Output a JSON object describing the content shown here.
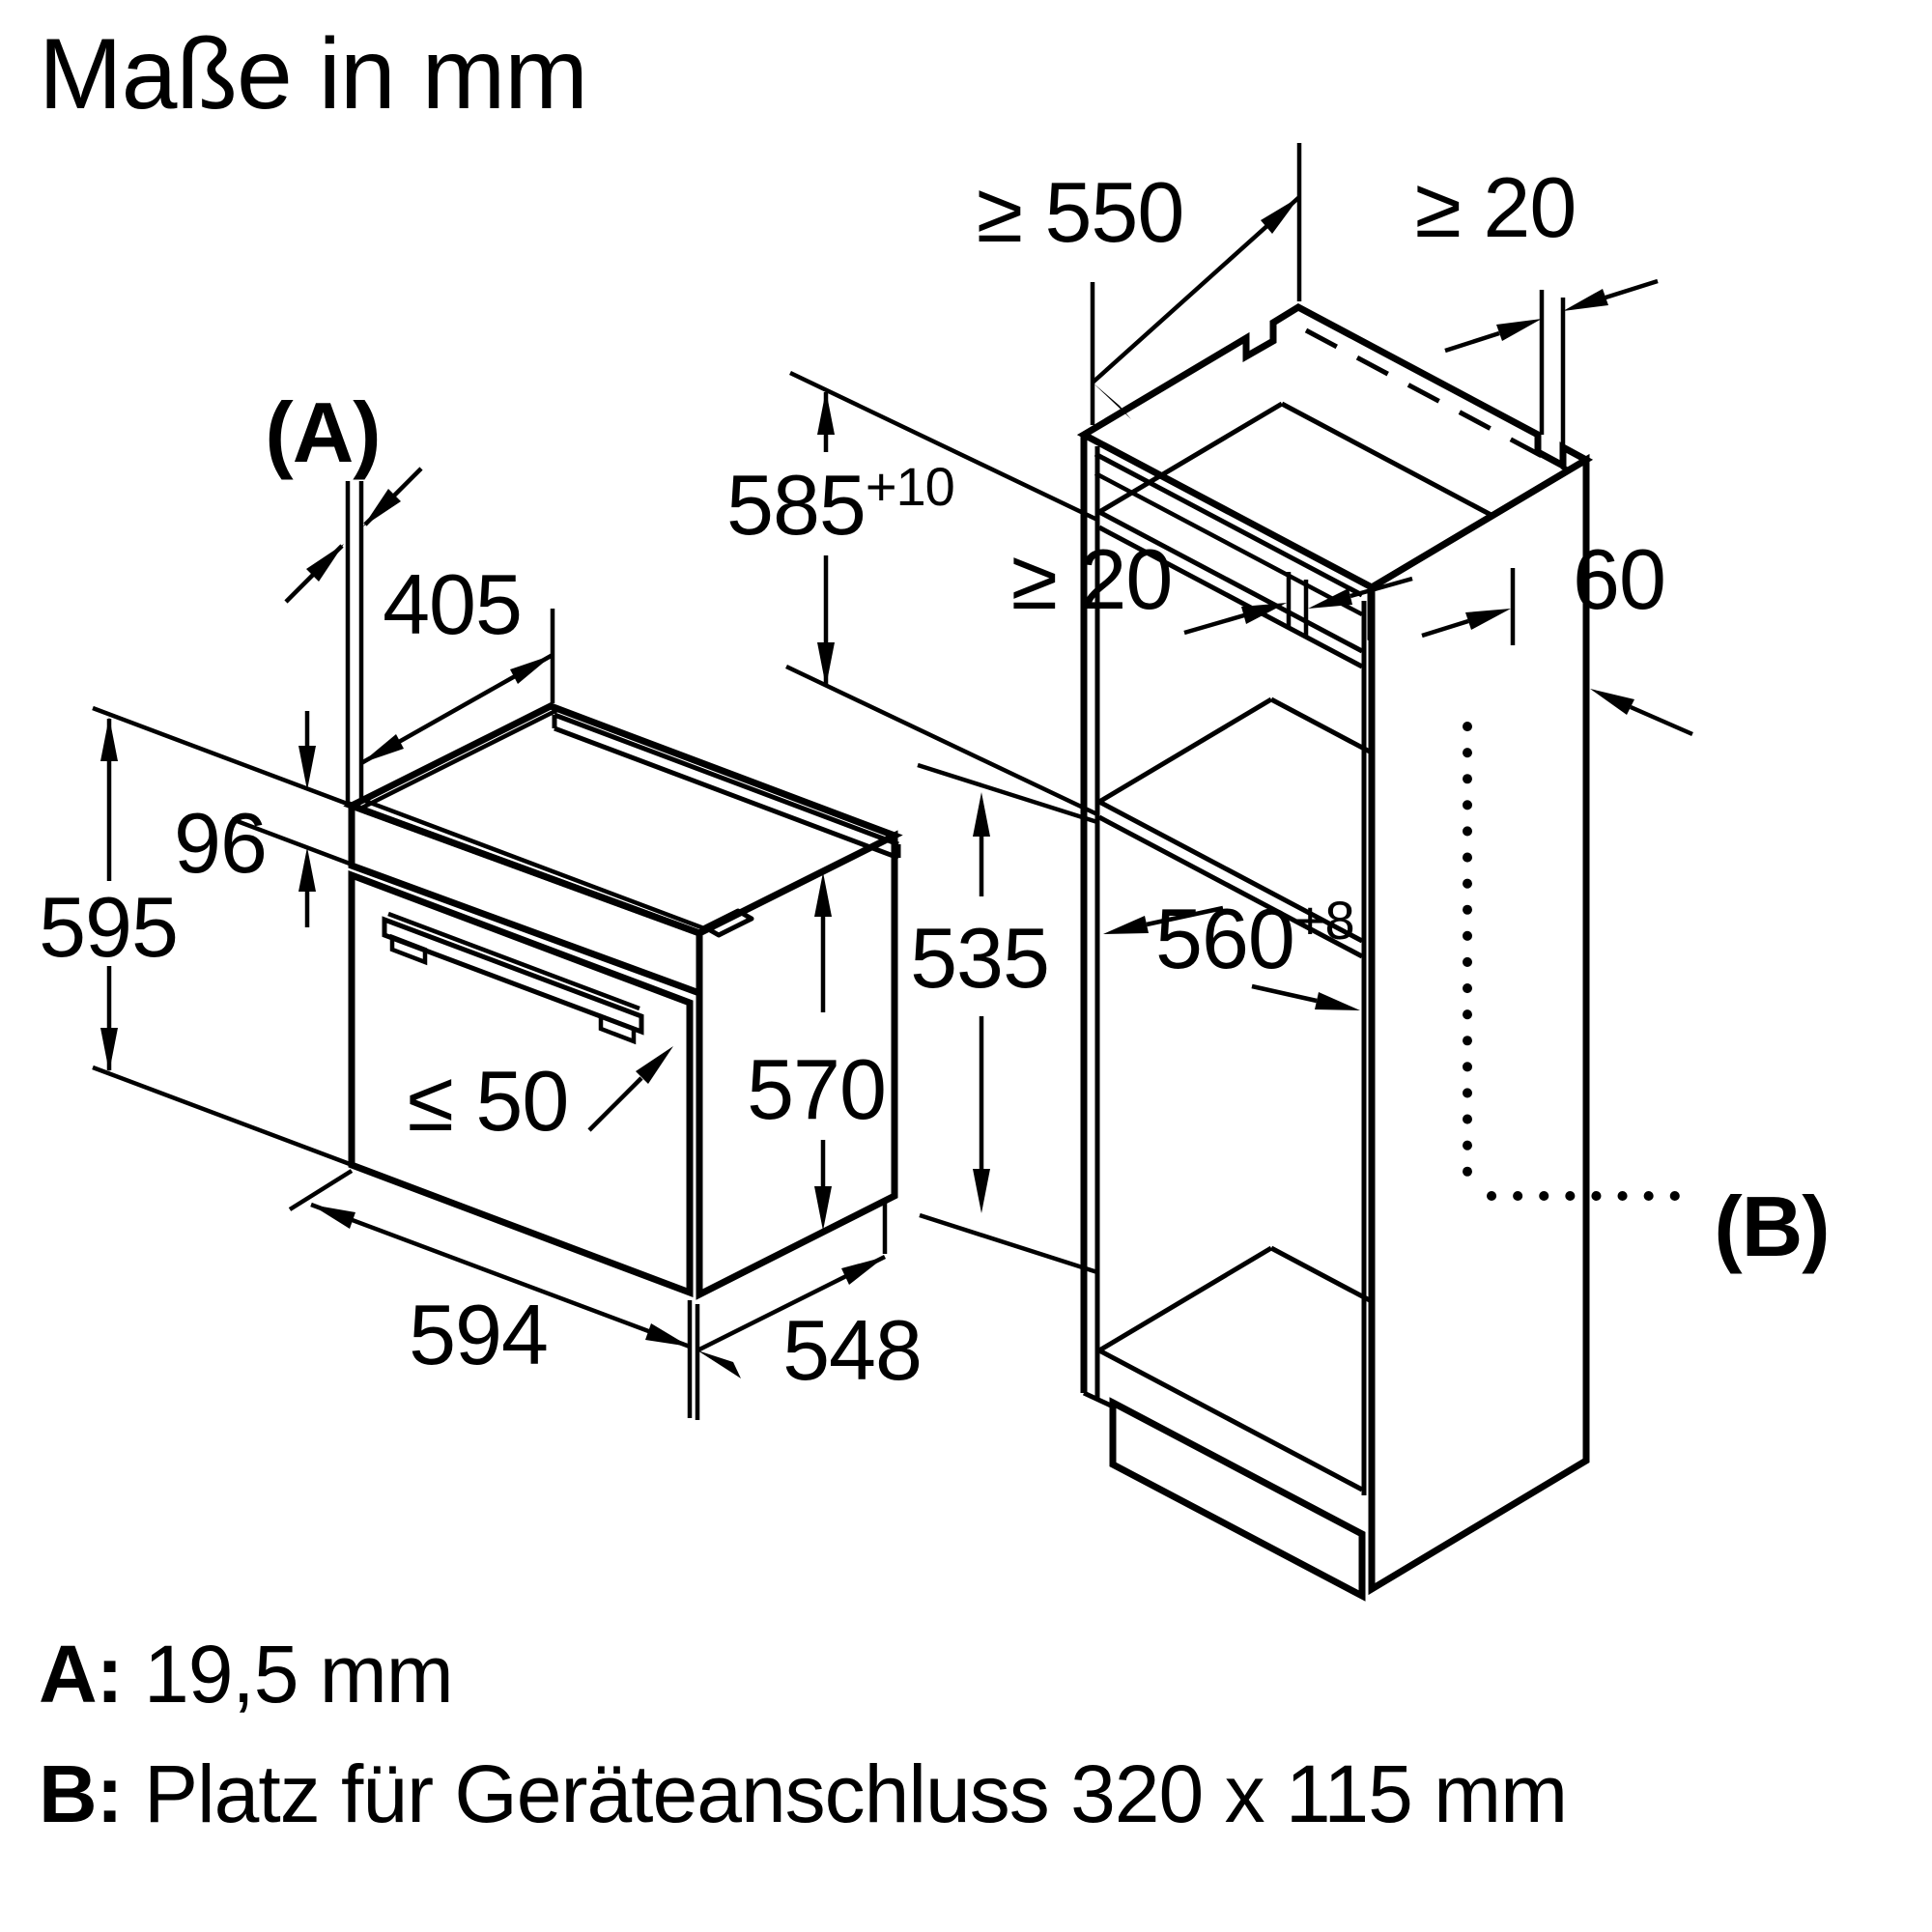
{
  "title": "Maße in mm",
  "dimensions": {
    "oven": {
      "ref_a": "(A)",
      "top_depth": "405",
      "panel_height": "96",
      "height": "595",
      "door_protrusion": "≤ 50",
      "body_height": "570",
      "width": "594",
      "depth": "548"
    },
    "cabinet": {
      "top_depth": "≥ 550",
      "top_back_gap": "≥ 20",
      "niche_height": "585",
      "niche_height_tolerance": "+10",
      "vent_gap": "≥ 20",
      "back_vent_depth": "60",
      "lower_height": "535",
      "niche_width": "560",
      "niche_width_tolerance": "+8",
      "ref_b": "(B)"
    }
  },
  "notes": {
    "a_label": "A:",
    "a_text": " 19,5 mm",
    "b_label": "B:",
    "b_text": " Platz für Geräteanschluss 320 x 115 mm"
  },
  "colors": {
    "ink": "#000000",
    "paper": "#ffffff"
  }
}
